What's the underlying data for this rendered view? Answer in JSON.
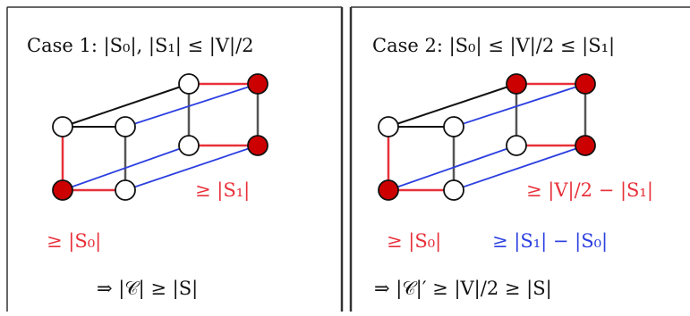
{
  "colors": {
    "red": "#e8303a",
    "blue": "#2b3fe0",
    "black": "#111111",
    "node_fill_red": "#cc0000",
    "node_fill_white": "#ffffff",
    "gray_edge": "#555555",
    "frame": "#333333"
  },
  "panels": [
    {
      "title": "Case 1: |S₀|, |S₁| ≤ |V|/2",
      "label_s1": "≥ |S₁|",
      "label_s0": "≥ |S₀|",
      "conclusion": "⇒ |𝒞| ≥ |S|",
      "nodes": [
        {
          "id": "a",
          "color": "white"
        },
        {
          "id": "b",
          "color": "white"
        },
        {
          "id": "c",
          "color": "white"
        },
        {
          "id": "d",
          "color": "white"
        },
        {
          "id": "e",
          "color": "white"
        },
        {
          "id": "f",
          "color": "red"
        },
        {
          "id": "g",
          "color": "red"
        },
        {
          "id": "h",
          "color": "red"
        }
      ]
    },
    {
      "title": "Case 2: |S₀| ≤ |V|/2 ≤ |S₁|",
      "label_s1": "≥ |V|/2 − |S₁|",
      "label_s0": "≥ |S₀|",
      "label_diff": "≥ |S₁| − |S₀|",
      "conclusion": "⇒ |𝒞|′ ≥ |V|/2 ≥ |S|",
      "nodes": [
        {
          "id": "a",
          "color": "white"
        },
        {
          "id": "b",
          "color": "white"
        },
        {
          "id": "c",
          "color": "white"
        },
        {
          "id": "d",
          "color": "white"
        },
        {
          "id": "e",
          "color": "red"
        },
        {
          "id": "f",
          "color": "red"
        },
        {
          "id": "g",
          "color": "red"
        },
        {
          "id": "h",
          "color": "red"
        }
      ]
    }
  ]
}
